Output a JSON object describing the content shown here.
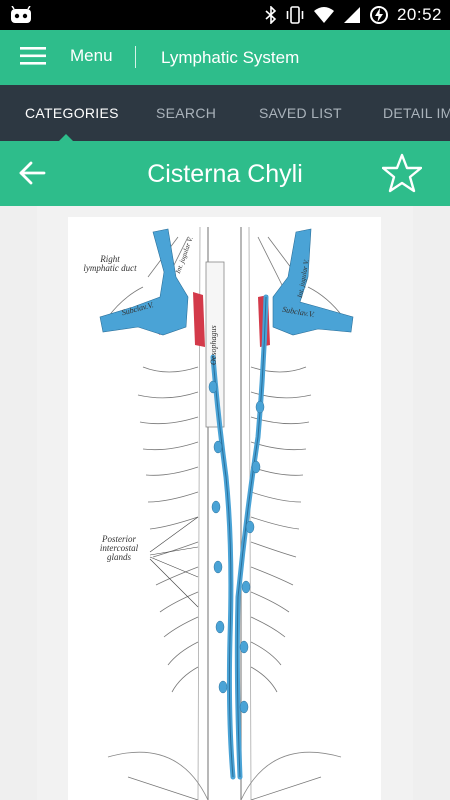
{
  "status_bar": {
    "time": "20:52",
    "icons": [
      "android-debug-icon",
      "bluetooth-icon",
      "vibrate-icon",
      "wifi-icon",
      "signal-icon",
      "battery-charging-icon"
    ]
  },
  "app_bar": {
    "menu_label": "Menu",
    "title": "Lymphatic System"
  },
  "tabs": [
    {
      "label": "CATEGORIES",
      "active": true
    },
    {
      "label": "SEARCH",
      "active": false
    },
    {
      "label": "SAVED LIST",
      "active": false
    },
    {
      "label": "DETAIL IMAGES",
      "active": false
    }
  ],
  "detail": {
    "title": "Cisterna Chyli"
  },
  "figure": {
    "labels": {
      "right_duct": "Right lymphatic duct",
      "posterior": "Posterior intercostal glands",
      "oesophagus": "Oesophagus",
      "subclav_left": "Subclav.V.",
      "subclav_right": "Subclav.V.",
      "jugular_left": "Int. jugular V.",
      "jugular_right": "Int. jugular V."
    }
  },
  "colors": {
    "accent": "#2ebd8b",
    "tabbar": "#2d3842",
    "lymph": "#4aa3d6",
    "artery": "#d33a4a"
  }
}
